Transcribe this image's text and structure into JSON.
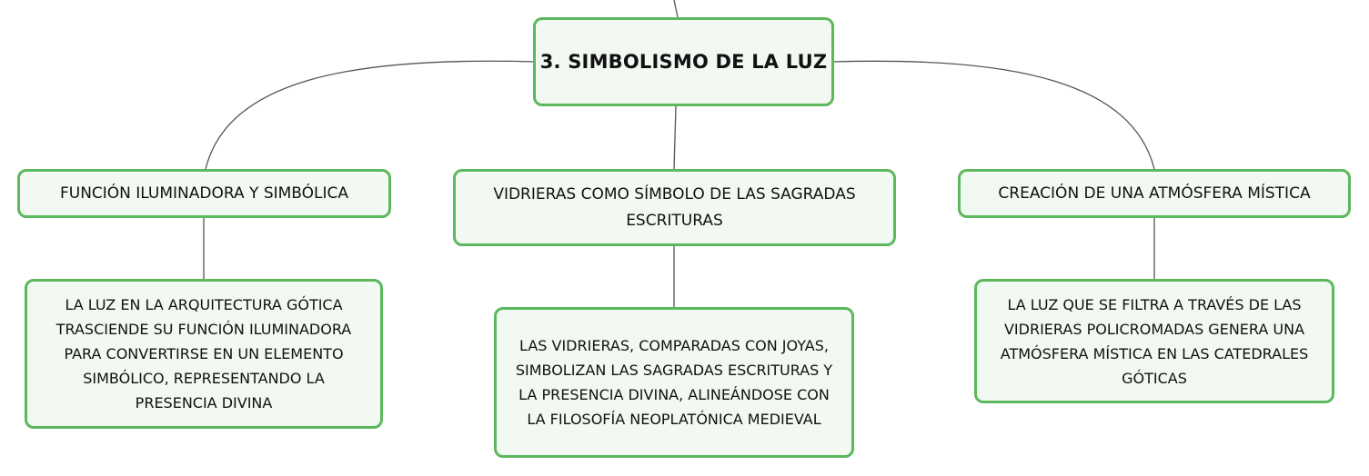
{
  "diagram": {
    "central": {
      "label": "3. SIMBOLISMO DE LA LUZ"
    },
    "branches": [
      {
        "label": "FUNCIÓN ILUMINADORA Y SIMBÓLICA",
        "detail": "LA LUZ EN LA ARQUITECTURA GÓTICA TRASCIENDE SU FUNCIÓN ILUMINADORA PARA CONVERTIRSE EN UN ELEMENTO SIMBÓLICO, REPRESENTANDO LA PRESENCIA DIVINA"
      },
      {
        "label": "VIDRIERAS COMO SÍMBOLO DE LAS SAGRADAS ESCRITURAS",
        "detail": "LAS VIDRIERAS, COMPARADAS CON JOYAS, SIMBOLIZAN LAS SAGRADAS ESCRITURAS Y LA PRESENCIA DIVINA, ALINEÁNDOSE CON LA FILOSOFÍA NEOPLATÓNICA MEDIEVAL"
      },
      {
        "label": "CREACIÓN DE UNA ATMÓSFERA MÍSTICA",
        "detail": "LA LUZ QUE SE FILTRA A TRAVÉS DE LAS VIDRIERAS POLICROMADAS GENERA UNA ATMÓSFERA MÍSTICA EN LAS CATEDRALES GÓTICAS"
      }
    ]
  },
  "colors": {
    "node_border": "#5cb85c",
    "node_fill": "#f2f8f2",
    "connector": "#555555"
  }
}
